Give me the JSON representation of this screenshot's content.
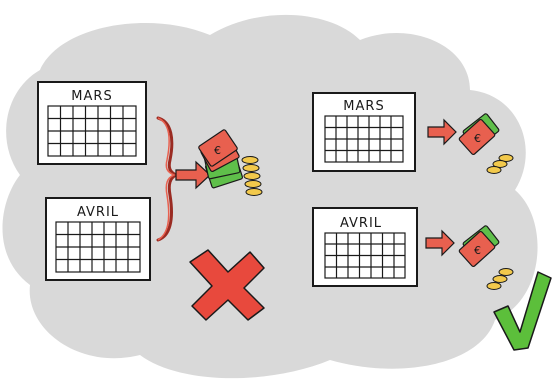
{
  "calendars": {
    "left_top": {
      "month": "MARS"
    },
    "left_bottom": {
      "month": "AVRIL"
    },
    "right_top": {
      "month": "MARS"
    },
    "right_bottom": {
      "month": "AVRIL"
    }
  },
  "money": {
    "currency_symbol": "€"
  },
  "verdicts": {
    "left": {
      "icon": "cross-icon",
      "color": "#e8493d"
    },
    "right": {
      "icon": "check-icon",
      "color": "#5cbf3b"
    }
  },
  "colors": {
    "cloud": "#d9d9d9",
    "arrow": "#e8604f",
    "bill_red": "#e8604f",
    "bill_green": "#5fbf4a",
    "coin": "#f2c94c",
    "ink": "#1a1a1a"
  }
}
